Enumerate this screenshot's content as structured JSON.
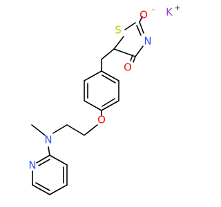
{
  "molecule": {
    "atoms": {
      "oxygen_anion": "O",
      "anion_charge": "-",
      "potassium": "K",
      "cation_charge": "+",
      "sulfur": "S",
      "ring_nitrogen": "N",
      "carbonyl_oxygen": "O",
      "ether_oxygen": "O",
      "amine_nitrogen": "N",
      "pyridine_nitrogen": "N"
    },
    "colors": {
      "bond": "#000000",
      "oxygen": "#ff0d0d",
      "nitrogen": "#3050f8",
      "sulfur": "#c8c800",
      "potassium": "#8f40d4"
    }
  }
}
